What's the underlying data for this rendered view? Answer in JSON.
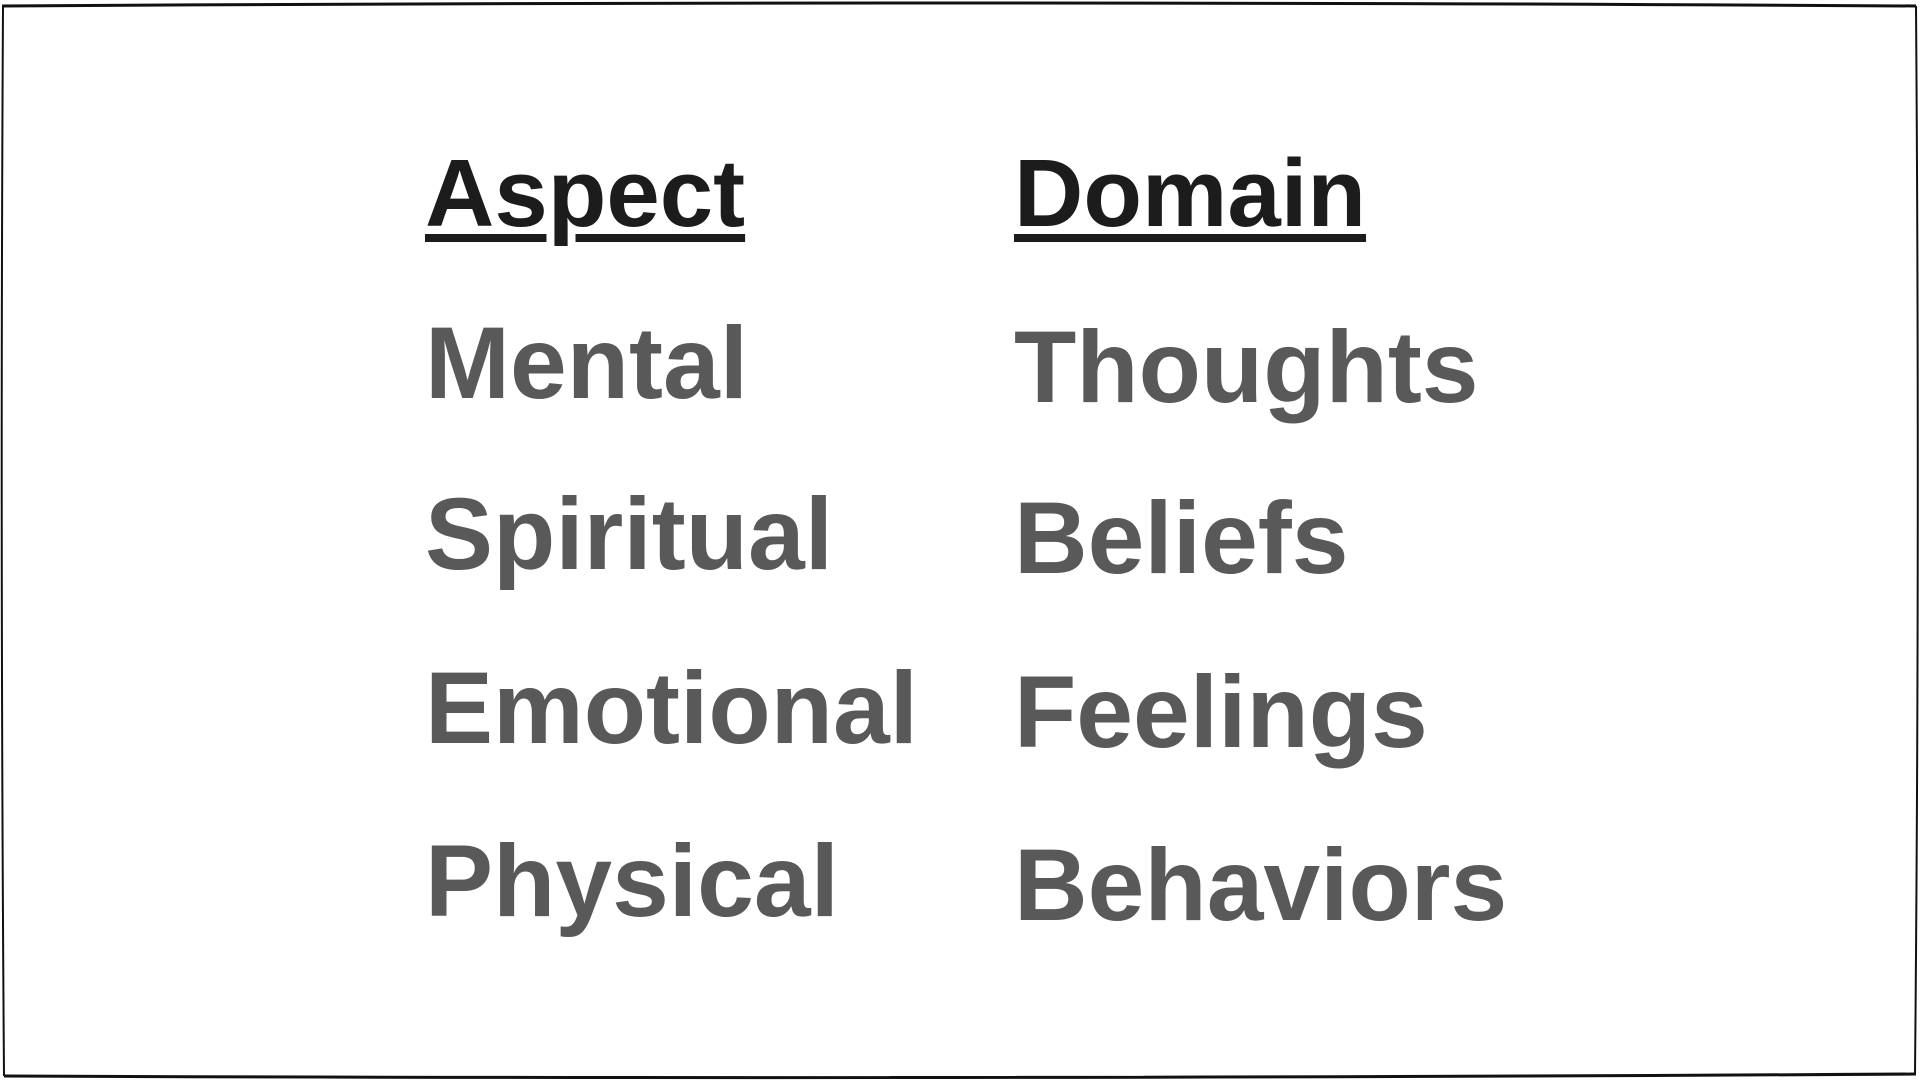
{
  "aspect_column": {
    "header": "Aspect",
    "items": [
      "Mental",
      "Spiritual",
      "Emotional",
      "Physical"
    ]
  },
  "domain_column": {
    "header": "Domain",
    "items": [
      "Thoughts",
      "Beliefs",
      "Feelings",
      "Behaviors"
    ]
  },
  "colors": {
    "header": "#1c1c1c",
    "item": "#595959",
    "frame": "#111111"
  }
}
